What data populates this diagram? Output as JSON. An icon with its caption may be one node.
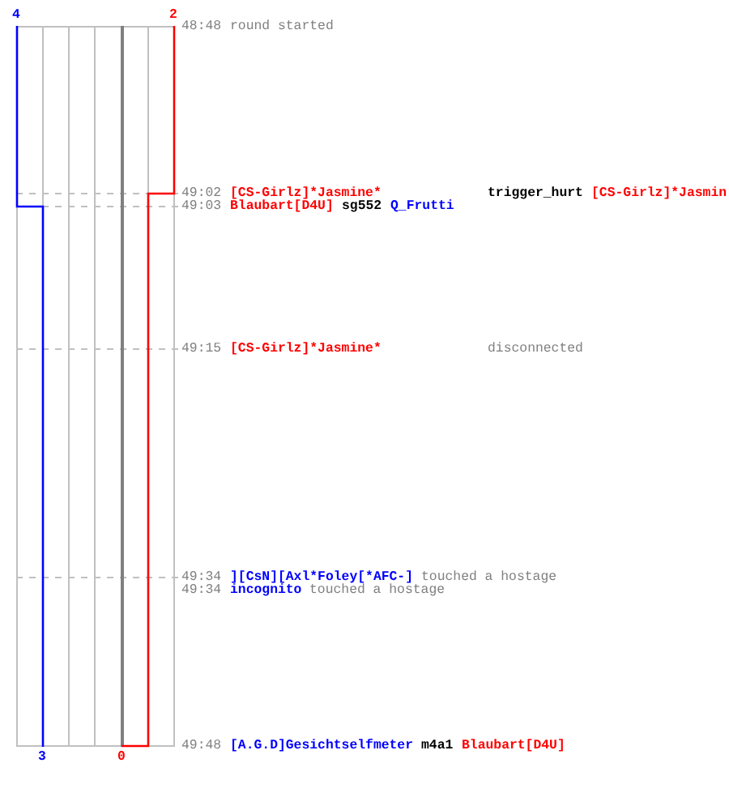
{
  "diagram": {
    "labels": [
      "4",
      "2",
      "48:48",
      "round started",
      "49:02",
      "[CS-Girlz]*Jasmine*",
      "trigger_hurt",
      "[CS-Girlz]*Jasmin",
      "49:03",
      "Blaubart[D4U]",
      "sg552",
      "Q_Frutti",
      "49:15",
      "[CS-Girlz]*Jasmine*",
      "disconnected",
      "49:34",
      "][CsN][Axl*Foley[*AFC-]",
      "touched a hostage",
      "49:34",
      "incognito",
      "touched a hostage",
      "3",
      "0",
      "49:48",
      "[A.G.D]Gesichtselfmeter",
      "m4a1",
      "Blaubart[D4U]"
    ]
  }
}
